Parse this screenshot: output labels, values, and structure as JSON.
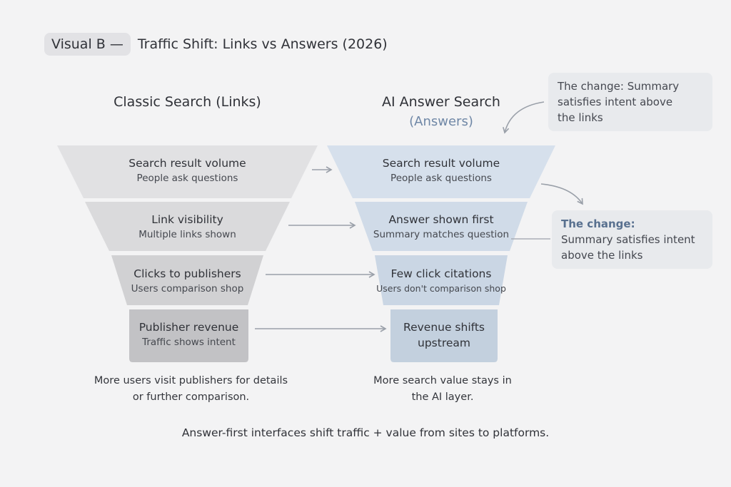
{
  "title": {
    "tag": "Visual B —",
    "text": "Traffic Shift: Links vs Answers (2026)"
  },
  "classic": {
    "heading": "Classic Search (Links)",
    "stages": [
      {
        "main": "Search result volume",
        "sub": "People ask questions"
      },
      {
        "main": "Link visibility",
        "sub": "Multiple links shown"
      },
      {
        "main": "Clicks to publishers",
        "sub": "Users comparison shop"
      },
      {
        "main": "Publisher revenue",
        "sub": "Traffic shows intent"
      }
    ],
    "caption_line1": "More users visit publishers for details",
    "caption_line2": "or further comparison."
  },
  "ai": {
    "heading": "AI Answer Search",
    "subheading": "(Answers)",
    "stages": [
      {
        "main": "Search result volume",
        "sub": "People ask questions"
      },
      {
        "main": "Answer shown first",
        "sub": "Summary matches question"
      },
      {
        "main": "Few click citations",
        "sub": "Users don't comparison shop"
      },
      {
        "main": "Revenue shifts",
        "sub": "upstream"
      }
    ],
    "caption_line1": "More search value stays in",
    "caption_line2": "the AI layer."
  },
  "notes": {
    "top_line1": "The change: Summary",
    "top_line2": "satisfies intent above",
    "top_line3": "the links",
    "mid_heading": "The change:",
    "mid_line1": "Summary satisfies intent",
    "mid_line2": "above the links"
  },
  "footer": "Answer-first interfaces shift traffic + value from sites to platforms.",
  "colors": {
    "background": "#f3f3f4",
    "classic_fills": [
      "#e1e1e3",
      "#dadadc",
      "#d1d1d3",
      "#c2c2c5"
    ],
    "ai_fills": [
      "#d6e0ec",
      "#d0dbe8",
      "#cad6e4",
      "#c3d0de"
    ],
    "arrow": "#9aa0a9",
    "accent": "#6f87a6"
  }
}
